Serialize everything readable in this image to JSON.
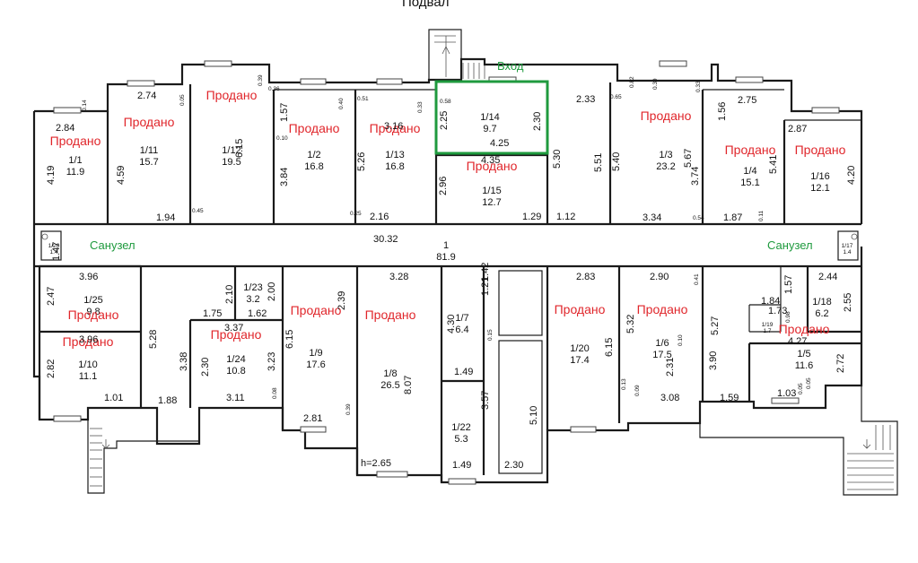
{
  "title": "Подвал",
  "entrance_label": "Вход",
  "bathroom_label": "Санузел",
  "sold_label": "Продано",
  "highlight_color": "#1f9a3e",
  "sold_color": "#e0262b",
  "ceiling_height": "h=2.65",
  "rooms": [
    {
      "id": "1/1",
      "area": "11.9",
      "sold": true
    },
    {
      "id": "1/11",
      "area": "15.7",
      "sold": true
    },
    {
      "id": "1/12",
      "area": "19.5",
      "sold": true
    },
    {
      "id": "1/2",
      "area": "16.8",
      "sold": true
    },
    {
      "id": "1/13",
      "area": "16.8",
      "sold": true
    },
    {
      "id": "1/14",
      "area": "9.7",
      "sold": false,
      "highlighted": true
    },
    {
      "id": "1/15",
      "area": "12.7",
      "sold": true
    },
    {
      "id": "1/3",
      "area": "23.2",
      "sold": true
    },
    {
      "id": "1/4",
      "area": "15.1",
      "sold": true
    },
    {
      "id": "1/16",
      "area": "12.1",
      "sold": true
    },
    {
      "id": "1",
      "area": "81.9",
      "sold": false
    },
    {
      "id": "1/26",
      "area": "1.4",
      "sold": false
    },
    {
      "id": "1/17",
      "area": "1.4",
      "sold": false
    },
    {
      "id": "1/25",
      "area": "9.8",
      "sold": true
    },
    {
      "id": "1/10",
      "area": "11.1",
      "sold": true
    },
    {
      "id": "1/23",
      "area": "3.2",
      "sold": false
    },
    {
      "id": "1/24",
      "area": "10.8",
      "sold": true
    },
    {
      "id": "1/9",
      "area": "17.6",
      "sold": true
    },
    {
      "id": "1/8",
      "area": "26.5",
      "sold": true
    },
    {
      "id": "1/7",
      "area": "6.4",
      "sold": false
    },
    {
      "id": "1/22",
      "area": "5.3",
      "sold": false
    },
    {
      "id": "1/20",
      "area": "17.4",
      "sold": true
    },
    {
      "id": "1/6",
      "area": "17.5",
      "sold": true
    },
    {
      "id": "1/18",
      "area": "6.2",
      "sold": false
    },
    {
      "id": "1/19",
      "area": "1.7",
      "sold": false
    },
    {
      "id": "1/5",
      "area": "11.6",
      "sold": true
    }
  ],
  "dimensions": [
    "2.84",
    "4.19",
    "2.74",
    "4.59",
    "1.94",
    "6.15",
    "0.10",
    "1.57",
    "3.84",
    "5.26",
    "3.16",
    "2.16",
    "0.58",
    "2.25",
    "2.30",
    "4.25",
    "4.35",
    "2.96",
    "1.29",
    "1.12",
    "2.33",
    "5.30",
    "5.51",
    "5.40",
    "5.67",
    "3.74",
    "3.34",
    "1.87",
    "2.75",
    "1.56",
    "5.41",
    "2.87",
    "4.20",
    "0.11",
    "30.32",
    "1.47",
    "3.96",
    "2.47",
    "3.96",
    "2.82",
    "1.01",
    "1.88",
    "5.28",
    "3.38",
    "1.75",
    "2.10",
    "2.00",
    "1.62",
    "3.37",
    "2.30",
    "3.23",
    "3.11",
    "2.39",
    "6.15",
    "2.81",
    "0.39",
    "3.28",
    "8.07",
    "4.30",
    "1.49",
    "3.57",
    "1.49",
    "2.30",
    "5.10",
    "2.83",
    "6.15",
    "2.90",
    "5.32",
    "3.08",
    "5.27",
    "2.31",
    "3.90",
    "1.59",
    "1.84",
    "2.44",
    "1.57",
    "2.55",
    "4.27",
    "2.72",
    "1.03",
    "0.13",
    "0.09",
    "0.05",
    "0.10",
    "0.14",
    "0.05",
    "0.39",
    "0.36",
    "0.40",
    "0.51",
    "0.33",
    "0.65",
    "0.82",
    "0.39",
    "0.33",
    "0.45",
    "0.25",
    "0.54",
    "0.41",
    "0.98",
    "1.73",
    "0.05",
    "0.08",
    "0.15",
    "1.21",
    "1.42",
    "2.65"
  ]
}
